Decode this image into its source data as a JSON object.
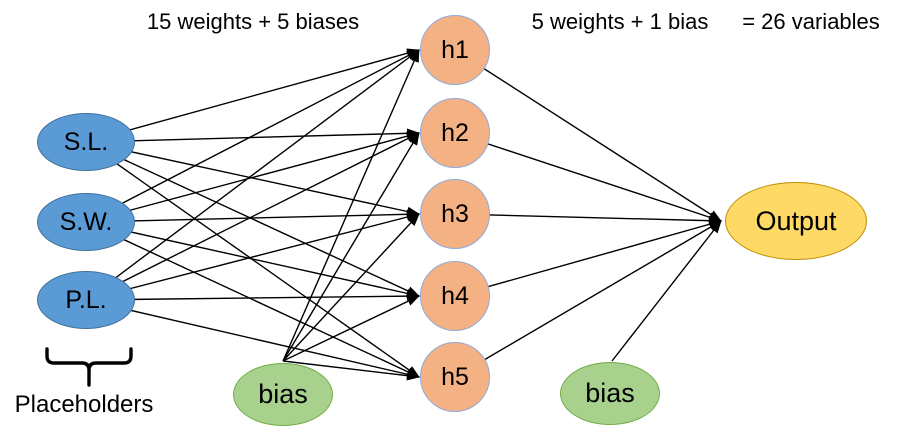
{
  "annotations": {
    "hidden_layer_params": "15 weights + 5 biases",
    "output_layer_params": "5 weights + 1 bias",
    "total_variables": "= 26 variables",
    "inputs_caption": "Placeholders"
  },
  "network": {
    "inputs": [
      {
        "id": "sl",
        "label": "S.L."
      },
      {
        "id": "sw",
        "label": "S.W."
      },
      {
        "id": "pl",
        "label": "P.L."
      }
    ],
    "hidden": [
      {
        "id": "h1",
        "label": "h1"
      },
      {
        "id": "h2",
        "label": "h2"
      },
      {
        "id": "h3",
        "label": "h3"
      },
      {
        "id": "h4",
        "label": "h4"
      },
      {
        "id": "h5",
        "label": "h5"
      }
    ],
    "output": [
      {
        "id": "out",
        "label": "Output"
      }
    ],
    "biases": [
      {
        "id": "bias1",
        "label": "bias"
      },
      {
        "id": "bias2",
        "label": "bias"
      }
    ],
    "edges": [
      [
        "sl",
        "h1"
      ],
      [
        "sl",
        "h2"
      ],
      [
        "sl",
        "h3"
      ],
      [
        "sl",
        "h4"
      ],
      [
        "sl",
        "h5"
      ],
      [
        "sw",
        "h1"
      ],
      [
        "sw",
        "h2"
      ],
      [
        "sw",
        "h3"
      ],
      [
        "sw",
        "h4"
      ],
      [
        "sw",
        "h5"
      ],
      [
        "pl",
        "h1"
      ],
      [
        "pl",
        "h2"
      ],
      [
        "pl",
        "h3"
      ],
      [
        "pl",
        "h4"
      ],
      [
        "pl",
        "h5"
      ],
      [
        "bias1",
        "h1"
      ],
      [
        "bias1",
        "h2"
      ],
      [
        "bias1",
        "h3"
      ],
      [
        "bias1",
        "h4"
      ],
      [
        "bias1",
        "h5"
      ],
      [
        "h1",
        "out"
      ],
      [
        "h2",
        "out"
      ],
      [
        "h3",
        "out"
      ],
      [
        "h4",
        "out"
      ],
      [
        "h5",
        "out"
      ],
      [
        "bias2",
        "out"
      ]
    ]
  },
  "colors": {
    "input-fill": "#5B9BD5",
    "input-border": "#41719C",
    "hidden-fill": "#F4B183",
    "hidden-border": "#8FAADC",
    "bias-fill": "#A9D18E",
    "bias-border": "#70AD47",
    "output-fill": "#FFD966",
    "output-border": "#BF9000",
    "edge": "#000000",
    "text": "#000000",
    "background": "#FFFFFF"
  }
}
